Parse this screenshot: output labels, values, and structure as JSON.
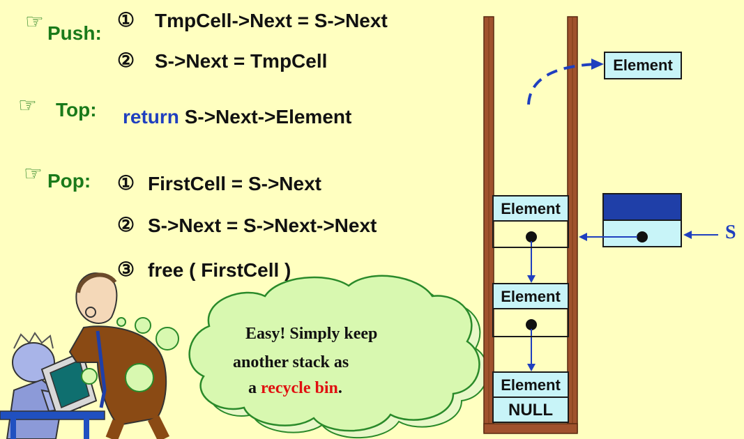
{
  "push": {
    "icon": "pointing-hand-icon",
    "label": "Push:",
    "step1_num": "①",
    "step1": "TmpCell->Next = S->Next",
    "step2_num": "②",
    "step2": "S->Next = TmpCell"
  },
  "top": {
    "icon": "pointing-hand-icon",
    "label": "Top:",
    "keyword": "return",
    "expr": "S->Next->Element"
  },
  "pop": {
    "icon": "pointing-hand-icon",
    "label": "Pop:",
    "step1_num": "①",
    "step1": "FirstCell = S->Next",
    "step2_num": "②",
    "step2": "S->Next = S->Next->Next",
    "step3_num": "③",
    "step3": "free ( FirstCell )"
  },
  "cloud": {
    "line1": "Easy!  Simply keep",
    "line2": "another stack as",
    "line3_prefix": "a ",
    "line3_highlight": "recycle bin",
    "line3_suffix": "."
  },
  "stack": {
    "popped_element": "Element",
    "cell1_label": "Element",
    "cell2_label": "Element",
    "cell3_label": "Element",
    "null_label": "NULL",
    "pointer_label": "S"
  },
  "colors": {
    "background": "#ffffc0",
    "label_green": "#1a7a1a",
    "keyword_blue": "#1f3fbf",
    "highlight_red": "#e01010",
    "cell_fill": "#c8f4f8",
    "arrow_blue": "#1f3fbf",
    "wall_brown": "#a0522d",
    "header_navy": "#1f3fa8"
  }
}
